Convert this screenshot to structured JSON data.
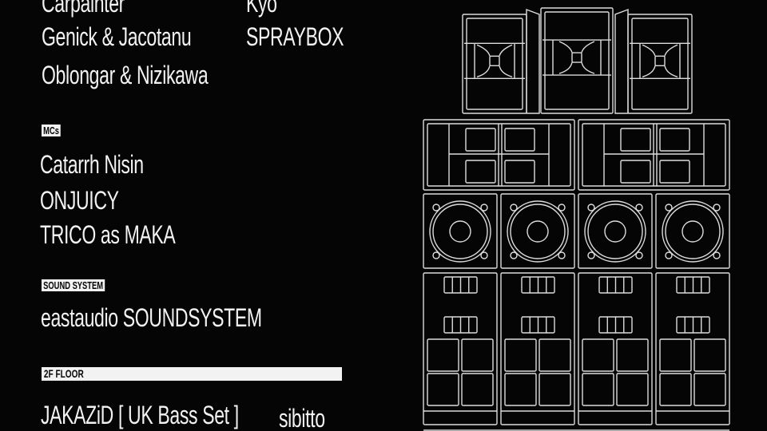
{
  "dj_left": [
    "Carpainter",
    "Genick & Jacotanu",
    "Oblongar & Nizikawa"
  ],
  "dj_right": [
    "Kyo",
    "SPRAYBOX"
  ],
  "mcs": {
    "label": "MCs",
    "names": [
      "Catarrh Nisin",
      "ONJUICY",
      "TRICO as MAKA"
    ]
  },
  "sound_system": {
    "label": "SOUND SYSTEM",
    "name": "eastaudio SOUNDSYSTEM"
  },
  "floor2": {
    "label": "2F FLOOR",
    "names": [
      "JAKAZiD [ UK Bass Set ]",
      "sibitto"
    ]
  },
  "colors": {
    "background": "#050505",
    "foreground": "#f2f2f2"
  }
}
